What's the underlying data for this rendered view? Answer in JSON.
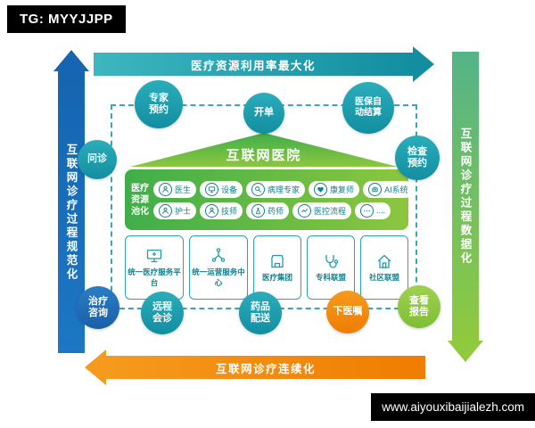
{
  "watermark_top": "TG: MYYJJPP",
  "watermark_bottom": "www.aiyouxibaijialezh.com",
  "arrows": {
    "top": "医疗资源利用率最大化",
    "left": "互联网诊疗过程规范化",
    "right": "互联网诊疗过程数据化",
    "bottom": "互联网诊疗连续化"
  },
  "colors": {
    "teal": "#128ea0",
    "blue": "#1a5fa8",
    "green": "#8cc63f",
    "orange": "#ef7d00"
  },
  "process_circles": {
    "expert_booking": "专家预约",
    "order": "开单",
    "insurance": "医保自动结算",
    "inquiry": "问诊",
    "exam_booking": "检查预约",
    "treatment_consult": "治疗咨询",
    "remote_consult": "远程会诊",
    "drug_delivery": "药品配送",
    "doctor_order": "下医嘱",
    "view_report": "查看报告"
  },
  "hospital": {
    "title": "互联网医院",
    "pool_label": "医疗资源池化",
    "resources_row1": [
      {
        "label": "医生",
        "icon": "doctor-icon"
      },
      {
        "label": "设备",
        "icon": "equipment-icon"
      },
      {
        "label": "病理专家",
        "icon": "pathologist-icon"
      },
      {
        "label": "康复师",
        "icon": "rehab-therapist-icon"
      },
      {
        "label": "AI系统",
        "icon": "ai-system-icon"
      }
    ],
    "resources_row2": [
      {
        "label": "护士",
        "icon": "nurse-icon"
      },
      {
        "label": "技师",
        "icon": "technician-icon"
      },
      {
        "label": "药师",
        "icon": "pharmacist-icon"
      },
      {
        "label": "医控流程",
        "icon": "process-chart-icon"
      },
      {
        "label": "....",
        "icon": "more-icon"
      }
    ],
    "platforms": [
      {
        "label": "统一医疗服务平台",
        "icon": "medical-platform-icon"
      },
      {
        "label": "统一运营服务中心",
        "icon": "operation-center-icon"
      },
      {
        "label": "医疗集团",
        "icon": "medical-group-icon"
      },
      {
        "label": "专科联盟",
        "icon": "specialty-alliance-icon"
      },
      {
        "label": "社区联盟",
        "icon": "community-alliance-icon"
      }
    ]
  }
}
